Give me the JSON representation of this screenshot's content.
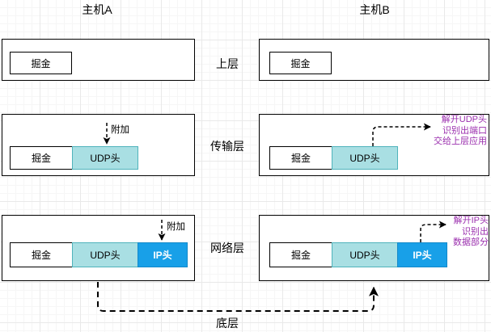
{
  "hosts": {
    "a": {
      "title": "主机A"
    },
    "b": {
      "title": "主机B"
    }
  },
  "layers": [
    {
      "key": "upper",
      "label": "上层"
    },
    {
      "key": "transport",
      "label": "传输层"
    },
    {
      "key": "network",
      "label": "网络层"
    },
    {
      "key": "bottom",
      "label": "底层"
    }
  ],
  "segments": {
    "data_label": "掘金",
    "udp_label": "UDP头",
    "ip_label": "IP头"
  },
  "annotations": {
    "attach_transport": "附加",
    "attach_network": "附加",
    "note_transport_b": {
      "line1": "解开UDP头",
      "line2": "识别出端口",
      "line3": "交给上层应用"
    },
    "note_network_b": {
      "line1": "解开IP头",
      "line2": "识别出",
      "line3": "数据部分"
    }
  },
  "colors": {
    "data_fill": "#ffffff",
    "udp_fill": "#a9dfe3",
    "ip_fill": "#18a0e8",
    "note_text": "#9b2fae",
    "stroke": "#000000"
  }
}
